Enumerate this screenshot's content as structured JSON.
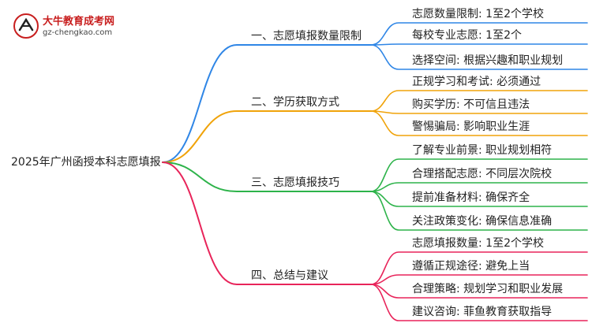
{
  "logo": {
    "title": "大牛教育成考网",
    "url": "gz-chengkao.com"
  },
  "mindmap": {
    "root": "2025年广州函授本科志愿填报",
    "branches": [
      {
        "label": "一、志愿填报数量限制",
        "color": "#2f86e6",
        "leaves": [
          "志愿数量限制: 1至2个学校",
          "每校专业志愿: 1至2个",
          "选择空间: 根据兴趣和职业规划"
        ]
      },
      {
        "label": "二、学历获取方式",
        "color": "#f0a30a",
        "leaves": [
          "正规学习和考试: 必须通过",
          "购买学历: 不可信且违法",
          "警惕骗局: 影响职业生涯"
        ]
      },
      {
        "label": "三、志愿填报技巧",
        "color": "#2db34a",
        "leaves": [
          "了解专业前景: 职业规划相符",
          "合理搭配志愿: 不同层次院校",
          "提前准备材料: 确保齐全",
          "关注政策变化: 确保信息准确"
        ]
      },
      {
        "label": "四、总结与建议",
        "color": "#e8245a",
        "leaves": [
          "志愿填报数量: 1至2个学校",
          "遵循正规途径: 避免上当",
          "合理策略: 规划学习和职业发展",
          "建议咨询: 菲鱼教育获取指导"
        ]
      }
    ]
  }
}
